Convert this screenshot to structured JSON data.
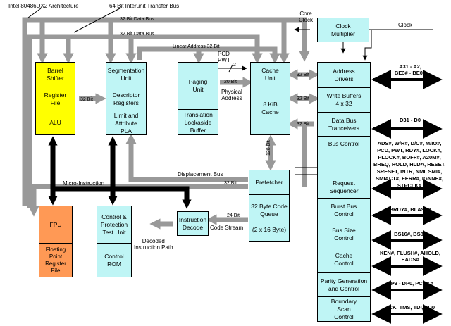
{
  "title": "Intel 80486DX2 Architecture",
  "bus_labels": {
    "interunit": "64 Bit Interunit Transfer Bus",
    "data_bus_1": "32 Bit Data Bus",
    "data_bus_2": "32 Bit Data Bus",
    "linear_address": "Linear Address 32 Bit",
    "pcd_pwt": "PCD\nPWT",
    "pcd_pwt_width": "2",
    "physical_bits": "20 Bit",
    "physical_address": "Physical\nAddress",
    "core_clock": "Core\nClock",
    "clock": "Clock",
    "reg_to_desc": "32 Bit",
    "cache_to_addr": "32 Bit",
    "cache_to_wb": "32 Bit",
    "cache_to_databus": "32 Bit",
    "cache_prefetch": "128 Bit",
    "displacement": "Displacement Bus",
    "prefetch_32": "32 Bit",
    "micro_instruction": "Micro-Instruction",
    "queue_to_decode": "24 Bit",
    "code_stream": "Code Stream",
    "decoded_path": "Decoded\nInstruction Path"
  },
  "blocks": {
    "barrel_shifter": "Barrel\nShifter",
    "register_file": "Register\nFile",
    "alu": "ALU",
    "segmentation_unit": "Segmentation\nUnit",
    "descriptor_registers": "Descriptor\nRegisters",
    "limit_attribute_pla": "Limit and\nAttribute\nPLA",
    "paging_unit": "Paging\nUnit",
    "tlb": "Translation\nLookaside\nBuffer",
    "cache_unit": "Cache\nUnit",
    "cache_size": "8 KiB\nCache",
    "clock_multiplier": "Clock\nMultiplier",
    "address_drivers": "Address\nDrivers",
    "write_buffers": "Write Buffers\n4 x 32",
    "data_bus_transceivers": "Data Bus\nTranceivers",
    "bus_control": "Bus Control",
    "request_sequencer": "Request\nSequencer",
    "burst_bus_control": "Burst Bus\nControl",
    "bus_size_control": "Bus Size\nControl",
    "cache_control": "Cache\nControl",
    "parity": "Parity Generation\nand Control",
    "boundary_scan": "Boundary\nScan\nControl",
    "prefetcher": "Prefetcher",
    "code_queue": "32 Byte Code\nQueue",
    "code_queue_size": "(2 x 16 Byte)",
    "instruction_decode": "Instruction\nDecode",
    "control_protection": "Control &\nProtection\nTest Unit",
    "control_rom": "Control\nROM",
    "fpu": "FPU",
    "fp_register_file": "Floating\nPoint\nRegister\nFile"
  },
  "signals": {
    "address": "A31 - A2,\nBE3# - BE0#",
    "data": "D31 - D0",
    "bus_control": "ADS#, W/R#, D/C#, M/IO#,\nPCD, PWT, RDY#, LOCK#,\nPLOCK#, BOFF#, A20M#,\nBREQ, HOLD, HLDA, RESET,\nSRESET, INTR, NMI, SMI#,\nSMIACT#, FERR#, IGNNE#,\nSTPCLK#",
    "burst": "BRDY#, BLAST#",
    "bus_size": "BS16#, BS8#",
    "cache": "KEN#, FLUSH#, AHOLD,\nEADS#",
    "parity": "DP3 - DP0, PCHK#",
    "boundary": "TCK, TMS, TDI, TD0"
  },
  "colors": {
    "bus_gray": "#999999",
    "block_cyan": "#bff5f5",
    "block_yellow": "#ffff00",
    "block_orange": "#ff9955"
  }
}
